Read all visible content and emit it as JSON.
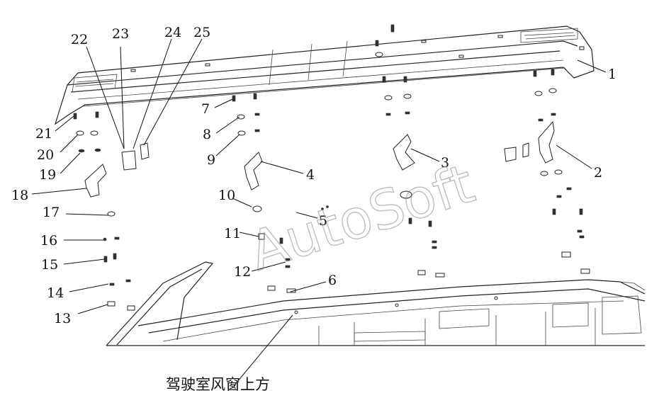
{
  "diagram": {
    "caption": "驾驶室风窗上方",
    "watermark": "AutoSoft",
    "callouts": [
      "1",
      "2",
      "3",
      "4",
      "5",
      "6",
      "7",
      "8",
      "9",
      "10",
      "11",
      "12",
      "13",
      "14",
      "15",
      "16",
      "17",
      "18",
      "19",
      "20",
      "21",
      "22",
      "23",
      "24",
      "25"
    ]
  }
}
